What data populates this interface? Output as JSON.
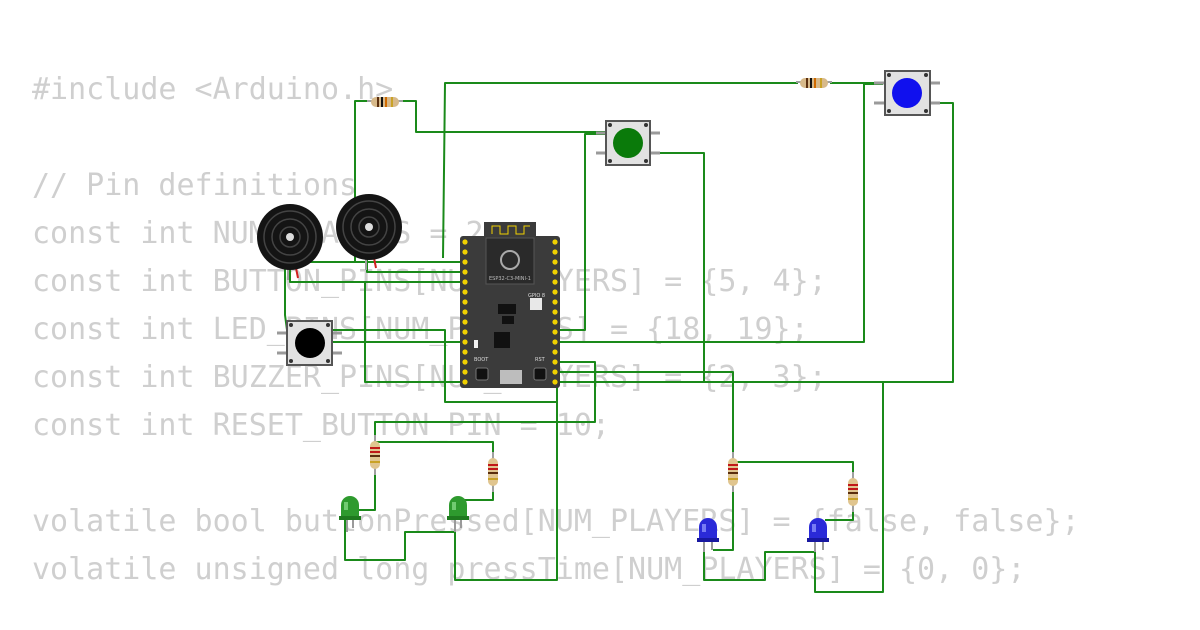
{
  "code": {
    "lines": [
      "#include <Arduino.h>",
      "",
      "// Pin definitions",
      "const int NUM_PLAYERS = 2;",
      "const int BUTTON_PINS[NUM_PLAYERS] = {5, 4};",
      "const int LED_PINS[NUM_PLAYERS] = {18, 19};",
      "const int BUZZER_PINS[NUM_PLAYERS] = {2, 3};",
      "const int RESET_BUTTON_PIN = 10;",
      "",
      "volatile bool buttonPressed[NUM_PLAYERS] = {false, false};",
      "volatile unsigned long pressTime[NUM_PLAYERS] = {0, 0};"
    ]
  },
  "board": {
    "module_label": "ESP32-C3-MINI-1",
    "gpio_label": "GPIO 8",
    "boot_label": "BOOT",
    "rst_label": "RST"
  },
  "colors": {
    "wire": "#1a8a1a",
    "board": "#3b3b3b",
    "pin": "#f0d000",
    "button_green": "#0a7a0a",
    "button_blue": "#1010ee",
    "button_black": "#000000",
    "led_green": "#2e9a2e",
    "led_blue": "#2a2ad8"
  }
}
